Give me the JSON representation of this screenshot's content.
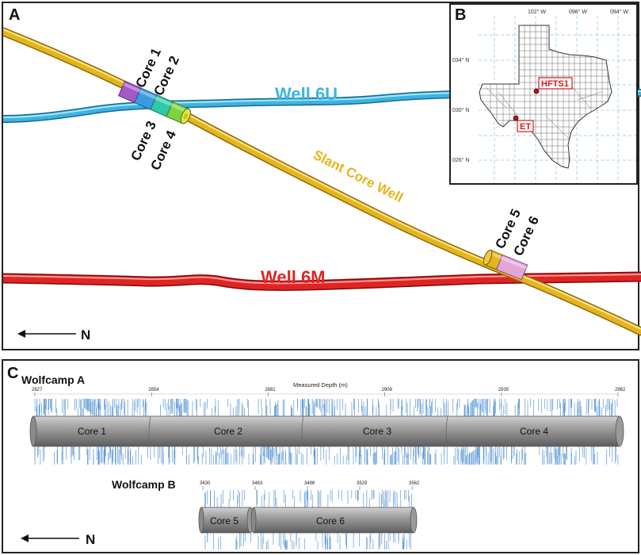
{
  "panel_a": {
    "label": "A",
    "wells": {
      "well_6u": {
        "label": "Well 6U",
        "color": "#3cb3e4"
      },
      "well_6m": {
        "label": "Well 6M",
        "color": "#e02424"
      },
      "slant": {
        "label": "Slant Core Well",
        "color": "#e5b51e"
      }
    },
    "core_labels": {
      "core1": "Core 1",
      "core2": "Core 2",
      "core3": "Core 3",
      "core4": "Core 4",
      "core5": "Core 5",
      "core6": "Core 6"
    },
    "north": "N"
  },
  "panel_b": {
    "label": "B",
    "longitudes": [
      "102° W",
      "098° W",
      "094° W"
    ],
    "latitudes": [
      "034° N",
      "030° N",
      "026° N"
    ],
    "sites": [
      "HFTS1",
      "ET"
    ]
  },
  "panel_c": {
    "label": "C",
    "north": "N",
    "wolfcamp_a": {
      "title": "Wolfcamp A",
      "axis_title": "Measured Depth (m)",
      "ticks": [
        "2827",
        "2854",
        "2881",
        "2908",
        "2935",
        "2962"
      ],
      "cores": [
        "Core 1",
        "Core 2",
        "Core 3",
        "Core 4"
      ]
    },
    "wolfcamp_b": {
      "title": "Wolfcamp B",
      "ticks": [
        "3430",
        "3463",
        "3496",
        "3529",
        "3562"
      ],
      "cores": [
        "Core 5",
        "Core 6"
      ]
    }
  },
  "colors": {
    "core_purple": "#a358c9",
    "core_blue": "#3a9be0",
    "core_teal": "#2ec9a6",
    "core_green": "#7fd33c",
    "core_pink": "#e3a6d8",
    "fracture_blue": "#4d8ed0",
    "cylinder_gray": "#8c8c8c"
  }
}
